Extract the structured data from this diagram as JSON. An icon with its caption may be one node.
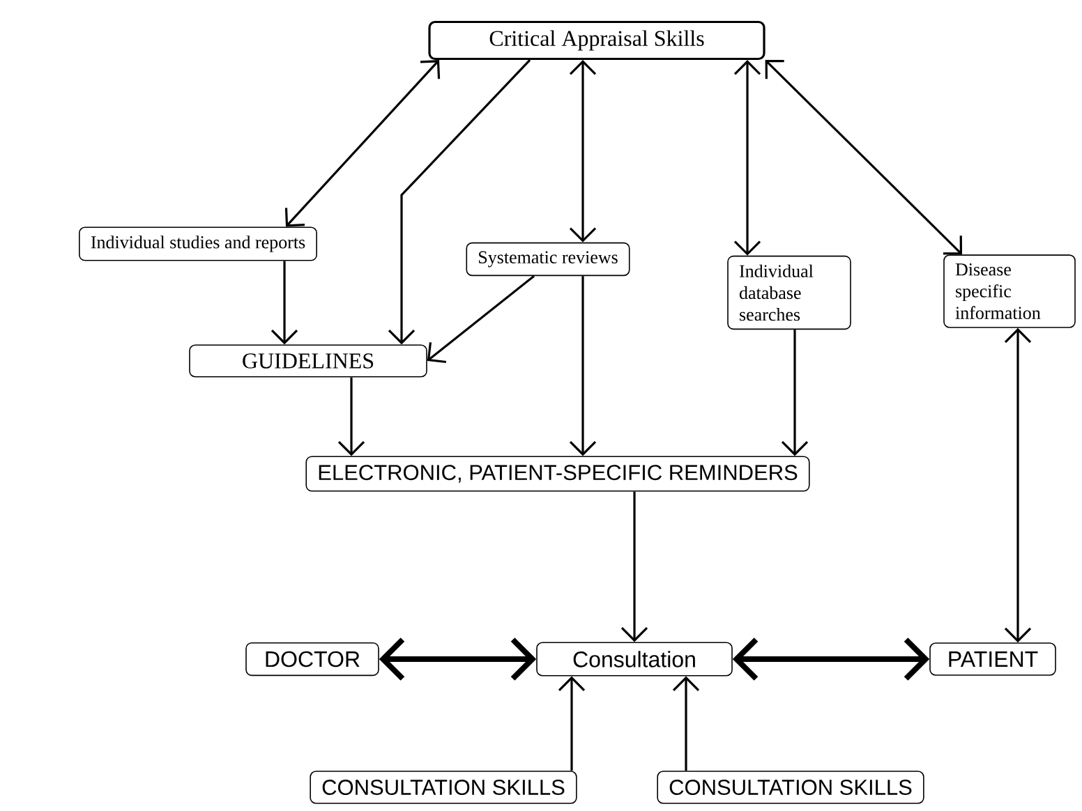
{
  "diagram": {
    "nodes": [
      {
        "text": [
          "Critical Appraisal Skills"
        ]
      },
      {
        "text": [
          "Individual studies and reports"
        ]
      },
      {
        "text": [
          "Systematic reviews"
        ]
      },
      {
        "text": [
          "Individual database searches"
        ]
      },
      {
        "text": [
          "Disease specific information"
        ]
      },
      {
        "text": [
          "GUIDELINES"
        ]
      },
      {
        "text": [
          "ELECTRONIC, PATIENT-SPECIFIC REMINDERS"
        ]
      },
      {
        "text": [
          "DOCTOR"
        ]
      },
      {
        "text": [
          "Consultation"
        ]
      },
      {
        "text": [
          "PATIENT"
        ]
      },
      {
        "text": [
          "CONSULTATION SKILLS"
        ]
      },
      {
        "text": [
          "CONSULTATION SKILLS"
        ]
      }
    ],
    "edges": [
      {
        "from": 0,
        "to": 1,
        "arrow": "both"
      },
      {
        "from": 0,
        "to": 5,
        "arrow": "to"
      },
      {
        "from": 0,
        "to": 2,
        "arrow": "both"
      },
      {
        "from": 0,
        "to": 3,
        "arrow": "both"
      },
      {
        "from": 0,
        "to": 4,
        "arrow": "both"
      },
      {
        "from": 1,
        "to": 5,
        "arrow": "to"
      },
      {
        "from": 2,
        "to": 5,
        "arrow": "to"
      },
      {
        "from": 5,
        "to": 6,
        "arrow": "to"
      },
      {
        "from": 2,
        "to": 6,
        "arrow": "to"
      },
      {
        "from": 3,
        "to": 6,
        "arrow": "to"
      },
      {
        "from": 4,
        "to": 9,
        "arrow": "both"
      },
      {
        "from": 6,
        "to": 8,
        "arrow": "to"
      },
      {
        "from": 7,
        "to": 8,
        "arrow": "both",
        "style": "thick"
      },
      {
        "from": 8,
        "to": 9,
        "arrow": "both",
        "style": "thick"
      },
      {
        "from": 10,
        "to": 8,
        "arrow": "to"
      },
      {
        "from": 11,
        "to": 8,
        "arrow": "to"
      }
    ]
  }
}
